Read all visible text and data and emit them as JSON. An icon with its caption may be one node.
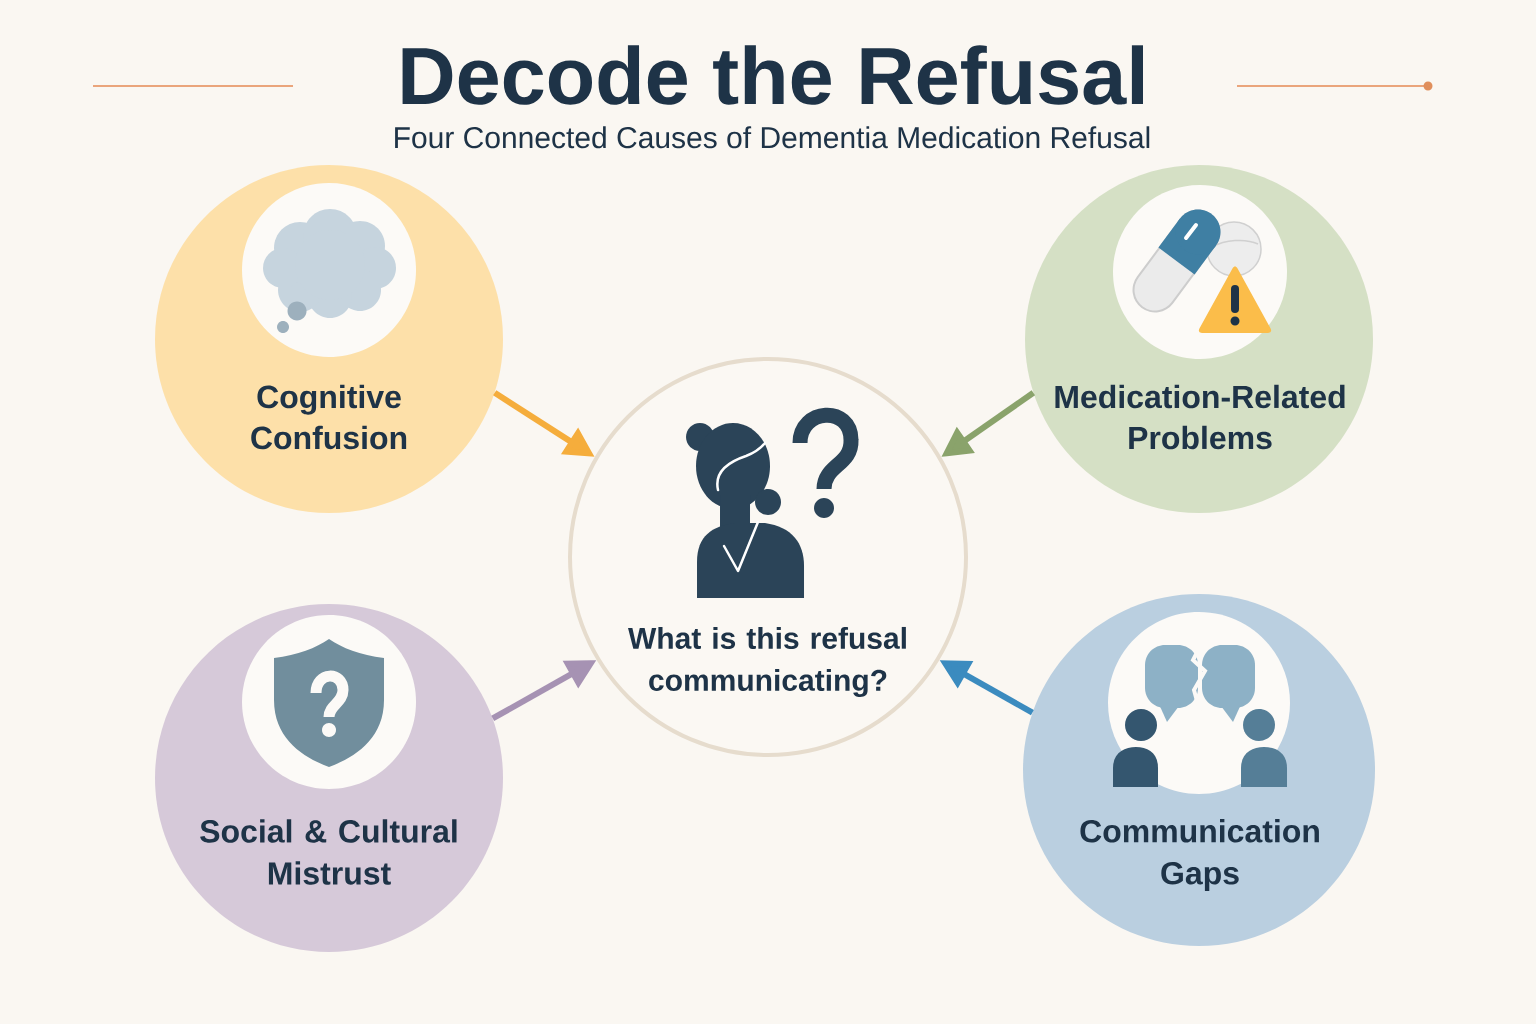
{
  "diagram": {
    "title": "Decode the Refusal",
    "nodes": [
      {
        "text": [
          "Cognitive Confusion"
        ]
      },
      {
        "text": [
          "Medication-Related Problems"
        ]
      },
      {
        "text": [
          "What is this refusal communicating?"
        ]
      },
      {
        "text": [
          "Social & Cultural Mistrust"
        ]
      },
      {
        "text": [
          "Communication Gaps"
        ]
      }
    ],
    "edges": [
      {
        "from": 0,
        "to": 2,
        "arrow": "to",
        "color": "#f5ad3c"
      },
      {
        "from": 1,
        "to": 2,
        "arrow": "to",
        "color": "#8aa36b"
      },
      {
        "from": 3,
        "to": 2,
        "arrow": "to",
        "color": "#a692b3"
      },
      {
        "from": 4,
        "to": 2,
        "arrow": "to",
        "color": "#3b8bbf"
      }
    ],
    "labels": [
      "Four Connected Causes of Dementia Medication Refusal"
    ]
  }
}
